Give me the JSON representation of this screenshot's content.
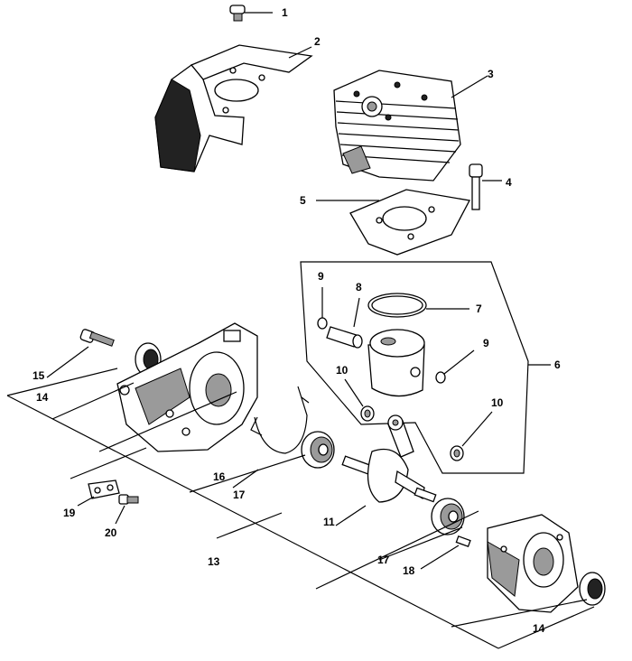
{
  "callouts": {
    "c1": "1",
    "c2": "2",
    "c3": "3",
    "c4": "4",
    "c5": "5",
    "c6": "6",
    "c7": "7",
    "c8": "8",
    "c9a": "9",
    "c9b": "9",
    "c10a": "10",
    "c10b": "10",
    "c11": "11",
    "c13": "13",
    "c14a": "14",
    "c14b": "14",
    "c15": "15",
    "c16": "16",
    "c17a": "17",
    "c17b": "17",
    "c18": "18",
    "c19": "19",
    "c20": "20"
  }
}
